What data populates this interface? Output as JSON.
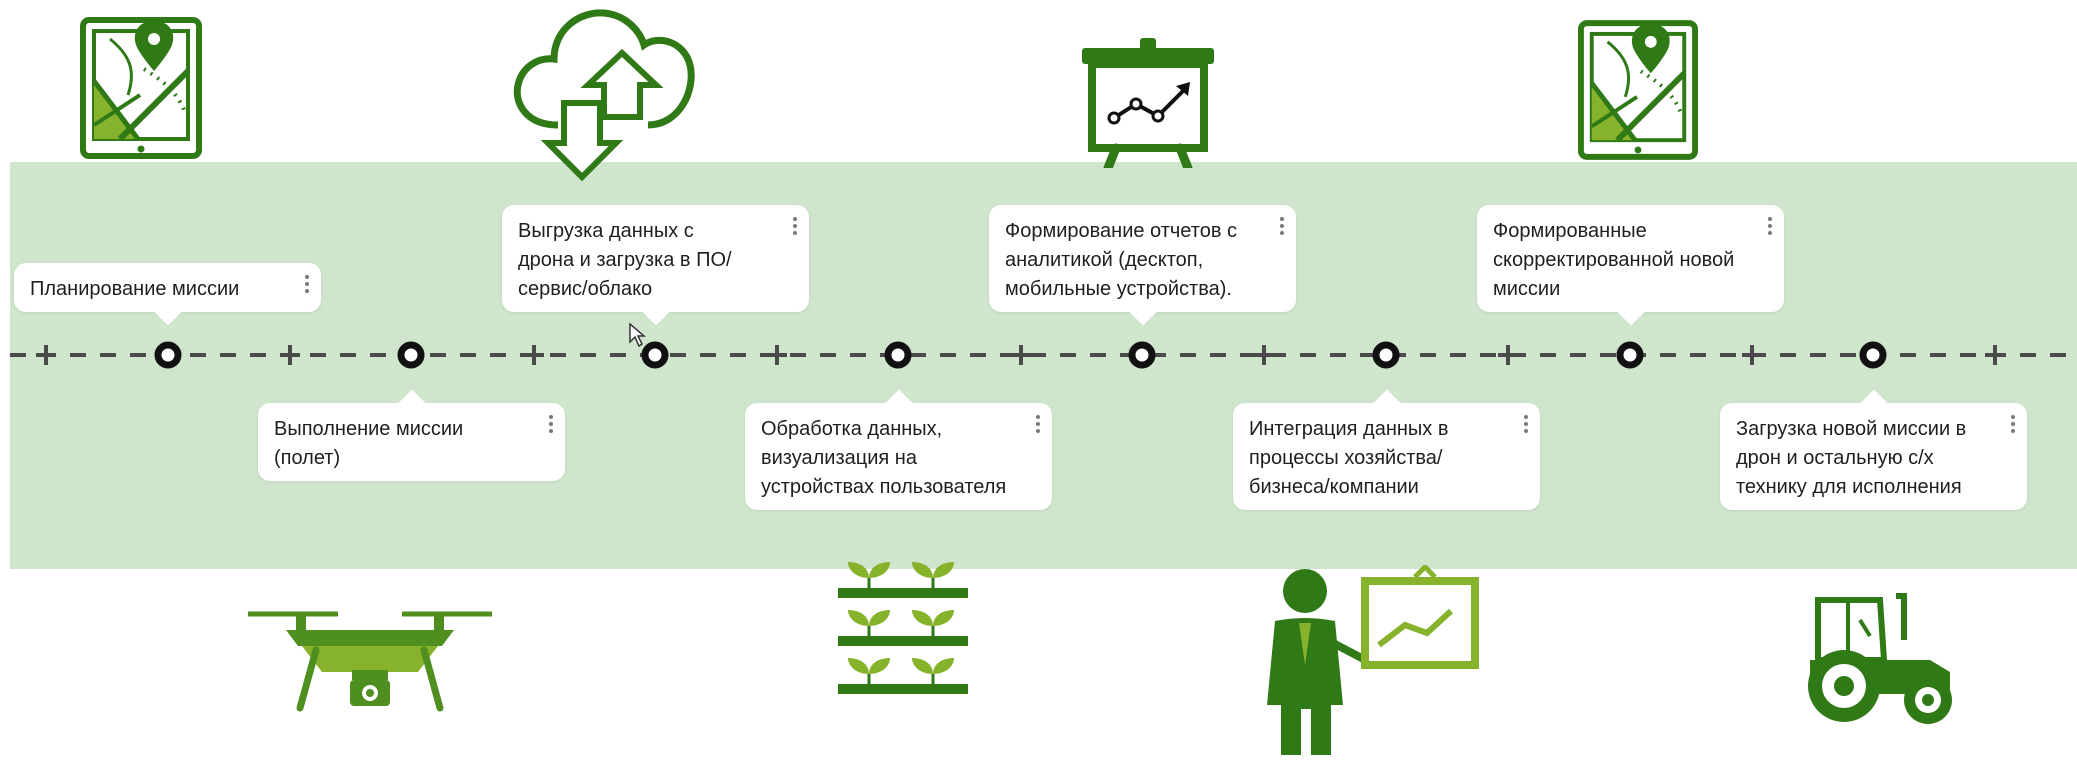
{
  "colors": {
    "band": "#cfe5cc",
    "icon_dark": "#2f7a16",
    "icon_mid": "#4f8f1f",
    "icon_light": "#86b22c",
    "timeline": "#4a4a4a"
  },
  "cards": [
    {
      "text": "Планирование  миссии"
    },
    {
      "text": "Выполнение миссии\n(полет)"
    },
    {
      "text": "Выгрузка данных с\nдрона и загрузка в ПО/\nсервис/облако"
    },
    {
      "text": "Обработка данных,\nвизуализация на\nустройствах пользователя"
    },
    {
      "text": "Формирование отчетов с\nаналитикой (десктоп,\nмобильные устройства)."
    },
    {
      "text": "Интеграция данных в\nпроцессы хозяйства/\nбизнеса/компании"
    },
    {
      "text": "Формированные\nскорректированной новой\nмиссии"
    },
    {
      "text": "Загрузка новой миссии в\nдрон и остальную с/х\nтехнику для исполнения"
    }
  ],
  "icons": [
    "tablet-map-icon",
    "cloud-upload-download-icon",
    "presentation-board-icon",
    "tablet-map-icon",
    "drone-icon",
    "plant-rows-icon",
    "presenter-chart-icon",
    "tractor-icon"
  ]
}
